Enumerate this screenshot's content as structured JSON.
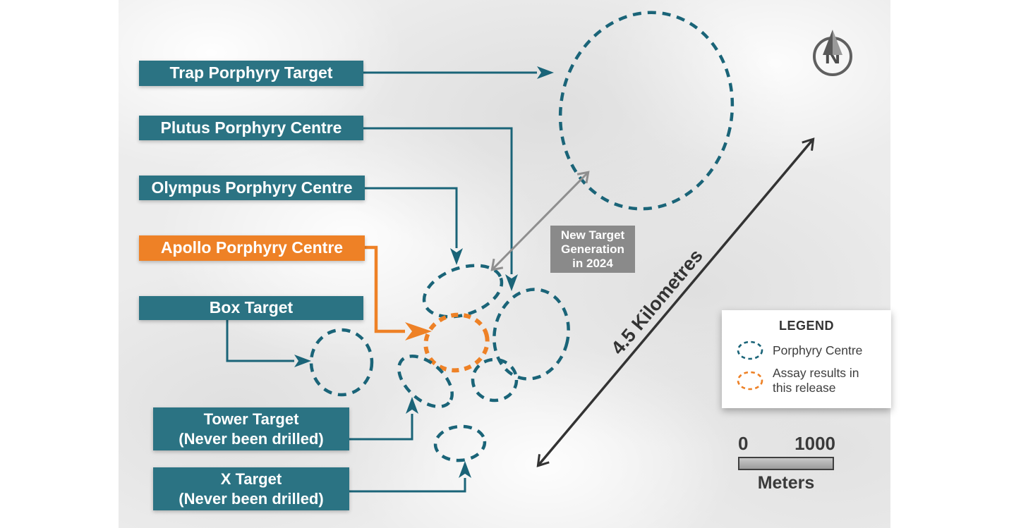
{
  "colors": {
    "teal_box": "#2b7383",
    "teal_line": "#1a6478",
    "orange": "#ee8126",
    "gray_box": "#8a8a8a",
    "gray_arrow": "#8f8f8f",
    "dark": "#333333",
    "scale_text": "#3a3a3a"
  },
  "target_labels": {
    "trap": "Trap Porphyry Target",
    "plutus": "Plutus Porphyry Centre",
    "olympus": "Olympus Porphyry Centre",
    "apollo": "Apollo Porphyry Centre",
    "box": "Box Target",
    "tower_line1": "Tower Target",
    "tower_line2": "(Never been drilled)",
    "x_line1": "X Target",
    "x_line2": "(Never been drilled)"
  },
  "annotation_box": {
    "line1": "New Target",
    "line2": "Generation",
    "line3": "in 2024"
  },
  "distance_arrow": {
    "label": "4.5 Kilometres"
  },
  "north_indicator": {
    "letter": "N"
  },
  "legend": {
    "title": "LEGEND",
    "items": [
      {
        "label_line1": "Porphyry Centre",
        "label_line2": "",
        "color": "#1a6478"
      },
      {
        "label_line1": "Assay results in",
        "label_line2": "this release",
        "color": "#ee8126"
      }
    ]
  },
  "scale_bar": {
    "start_label": "0",
    "end_label": "1000",
    "unit_label": "Meters"
  }
}
